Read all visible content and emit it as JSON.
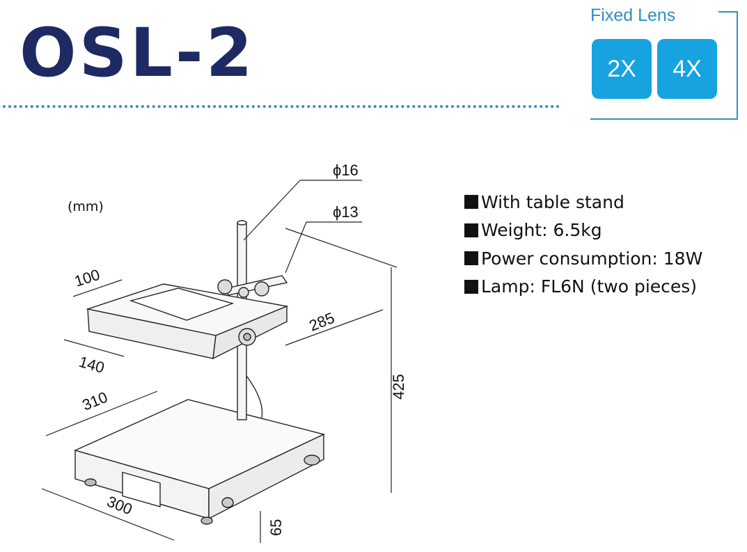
{
  "header": {
    "title": "OSL-2"
  },
  "lens": {
    "label": "Fixed Lens",
    "options": [
      "2X",
      "4X"
    ]
  },
  "units": "(mm)",
  "specs": [
    "With table stand",
    "Weight: 6.5kg",
    "Power consumption: 18W",
    "Lamp: FL6N (two pieces)"
  ],
  "dimensions": {
    "pole_dia": "ϕ16",
    "arm_dia": "ϕ13",
    "light_width": "100",
    "light_length": "140",
    "arm_reach": "285",
    "height": "425",
    "base_depth": "310",
    "base_width": "300",
    "base_height": "65"
  },
  "colors": {
    "title": "#1e2a63",
    "accent": "#2f8fc1",
    "chip": "#16a3e0"
  }
}
